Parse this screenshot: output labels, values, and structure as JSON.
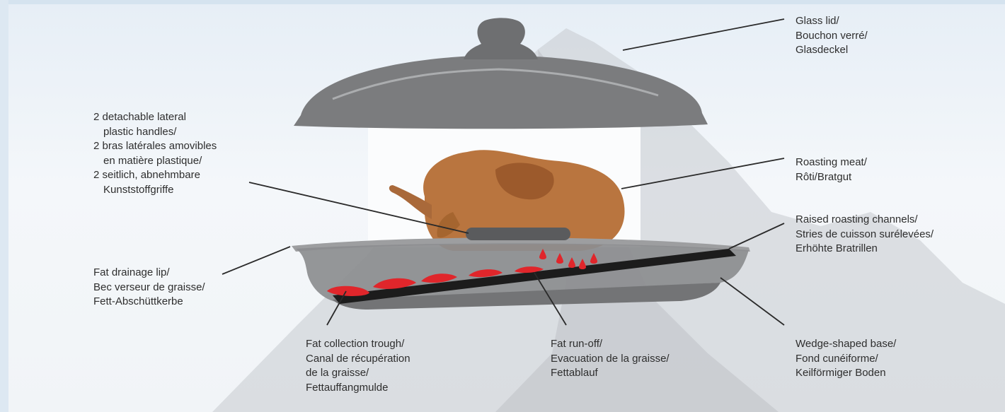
{
  "colors": {
    "lid": "#7b7c7e",
    "pan_body": "#8c8d8f",
    "channel": "#1c1c1c",
    "fat": "#e0262b",
    "leader": "#2a2a2a",
    "chicken": "#b9753f",
    "mountain": "#c3c7cb"
  },
  "labels": {
    "glass_lid": [
      "Glass lid/",
      "Bouchon verré/",
      "Glasdeckel"
    ],
    "handles": [
      "2 detachable lateral",
      "plastic handles/",
      "2 bras latérales amovibles",
      "en matière plastique/",
      "2 seitlich, abnehmbare",
      "Kunststoffgriffe"
    ],
    "roasting_meat": [
      "Roasting meat/",
      "Rôti/Bratgut"
    ],
    "channels": [
      "Raised roasting channels/",
      "Stries de cuisson surélevées/",
      "Erhöhte Bratrillen"
    ],
    "drainage_lip": [
      "Fat drainage lip/",
      "Bec verseur de graisse/",
      "Fett-Abschüttkerbe"
    ],
    "collection_trough": [
      "Fat collection trough/",
      "Canal de récupération",
      "de la graisse/",
      "Fettauffangmulde"
    ],
    "run_off": [
      "Fat run-off/",
      "Evacuation de la graisse/",
      "Fettablauf"
    ],
    "wedge_base": [
      "Wedge-shaped base/",
      "Fond cunéiforme/",
      "Keilförmiger Boden"
    ]
  }
}
